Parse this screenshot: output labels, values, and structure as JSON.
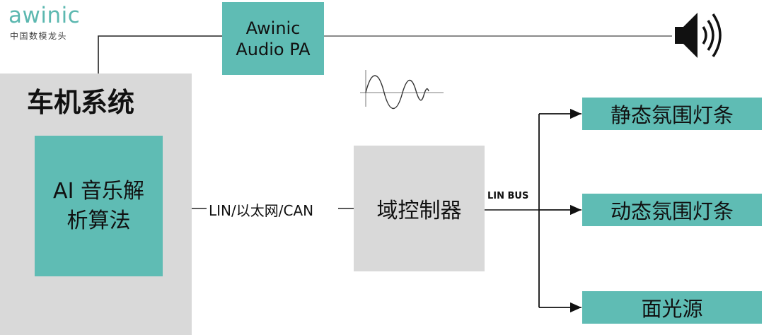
{
  "logo": {
    "word": "awinic",
    "tagline": "中国数模龙头"
  },
  "nodes": {
    "car_system": "车机系统",
    "ai_algorithm_line1": "AI 音乐解",
    "ai_algorithm_line2": "析算法",
    "audio_pa_line1": "Awinic",
    "audio_pa_line2": "Audio PA",
    "domain_controller": "域控制器",
    "static_light": "静态氛围灯条",
    "dynamic_light": "动态氛围灯条",
    "surface_light": "面光源"
  },
  "edges": {
    "car_to_domain": "LIN/以太网/CAN",
    "domain_to_lights": "LIN BUS"
  },
  "icons": {
    "speaker": "speaker-icon",
    "waveform": "waveform-icon"
  },
  "colors": {
    "teal": "#5fbcb4",
    "gray": "#d9d9d9"
  }
}
